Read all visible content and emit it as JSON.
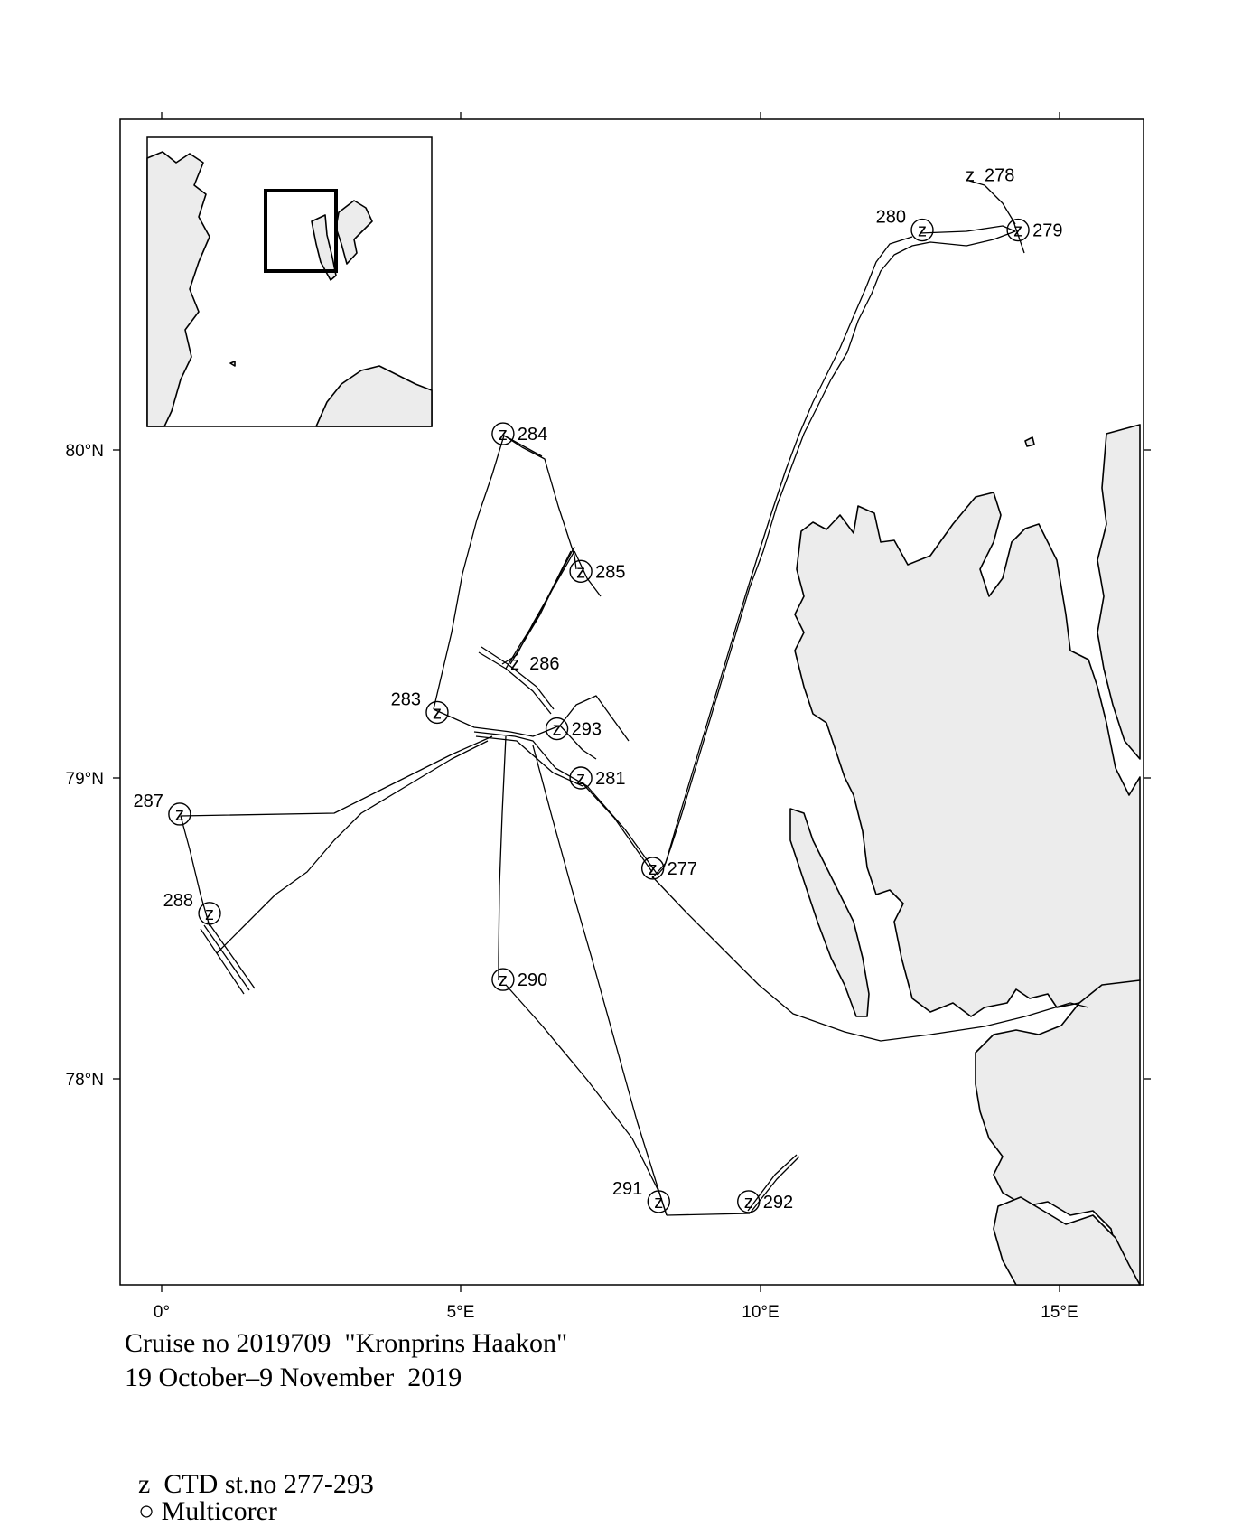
{
  "caption": {
    "line1": "Cruise no 2019709  \"Kronprins Haakon\"",
    "line2": "19 October–9 November  2019"
  },
  "legend": {
    "ctd_symbol": "z",
    "ctd_label": "CTD st.no 277-293",
    "multicorer_symbol": "○",
    "multicorer_label": "Multicorer"
  },
  "axes": {
    "lon_ticks": [
      "0°",
      "5°E",
      "10°E",
      "15°E"
    ],
    "lat_ticks": [
      "80°N",
      "79°N",
      "78°N"
    ]
  },
  "stations": [
    {
      "id": "277",
      "lon": 8.2,
      "lat": 78.7,
      "ctd": true,
      "multicorer": true
    },
    {
      "id": "278",
      "lon": 13.5,
      "lat": 80.85,
      "ctd": true,
      "multicorer": false
    },
    {
      "id": "279",
      "lon": 14.3,
      "lat": 80.68,
      "ctd": true,
      "multicorer": true
    },
    {
      "id": "280",
      "lon": 12.7,
      "lat": 80.68,
      "ctd": true,
      "multicorer": true
    },
    {
      "id": "281",
      "lon": 7.0,
      "lat": 79.0,
      "ctd": true,
      "multicorer": true
    },
    {
      "id": "283",
      "lon": 4.6,
      "lat": 79.2,
      "ctd": true,
      "multicorer": true
    },
    {
      "id": "284",
      "lon": 5.7,
      "lat": 80.05,
      "ctd": true,
      "multicorer": true
    },
    {
      "id": "285",
      "lon": 7.0,
      "lat": 79.63,
      "ctd": true,
      "multicorer": true
    },
    {
      "id": "286",
      "lon": 5.9,
      "lat": 79.35,
      "ctd": true,
      "multicorer": false
    },
    {
      "id": "287",
      "lon": 0.3,
      "lat": 78.88,
      "ctd": true,
      "multicorer": true
    },
    {
      "id": "288",
      "lon": 0.8,
      "lat": 78.55,
      "ctd": true,
      "multicorer": true
    },
    {
      "id": "290",
      "lon": 5.7,
      "lat": 78.33,
      "ctd": true,
      "multicorer": true
    },
    {
      "id": "291",
      "lon": 8.3,
      "lat": 77.55,
      "ctd": true,
      "multicorer": true
    },
    {
      "id": "292",
      "lon": 9.8,
      "lat": 77.55,
      "ctd": true,
      "multicorer": true
    },
    {
      "id": "293",
      "lon": 6.6,
      "lat": 79.15,
      "ctd": true,
      "multicorer": true
    }
  ]
}
